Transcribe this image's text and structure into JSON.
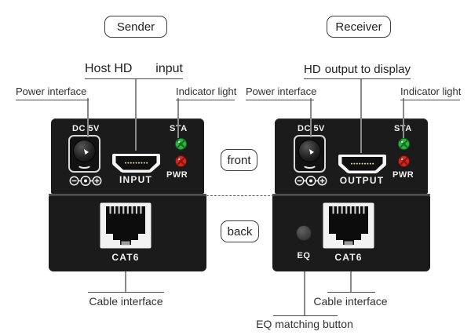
{
  "sender": {
    "title": "Sender",
    "heading_left": "Host HD",
    "heading_right": "input",
    "power_label": "Power interface",
    "indicator_label": "Indicator light",
    "front": {
      "dc_label": "DC 5V",
      "sta_label": "STA",
      "pwr_label": "PWR",
      "port_label": "INPUT"
    },
    "back": {
      "port_label": "CAT6"
    },
    "cable_label": "Cable interface"
  },
  "receiver": {
    "title": "Receiver",
    "heading_left": "HD",
    "heading_right": "output to display",
    "power_label": "Power interface",
    "indicator_label": "Indicator light",
    "front": {
      "dc_label": "DC 5V",
      "sta_label": "STA",
      "pwr_label": "PWR",
      "port_label": "OUTPUT"
    },
    "back": {
      "eq_label": "EQ",
      "port_label": "CAT6"
    },
    "cable_label": "Cable interface",
    "eq_button_label": "EQ matching button"
  },
  "middle": {
    "front_label": "front",
    "back_label": "back"
  },
  "colors": {
    "device_body": "#1b1b1b",
    "led_green": "#2fb43c",
    "led_red": "#cf2920",
    "connector_line": "#8a8a8a",
    "port_white": "#f2f2f2"
  }
}
